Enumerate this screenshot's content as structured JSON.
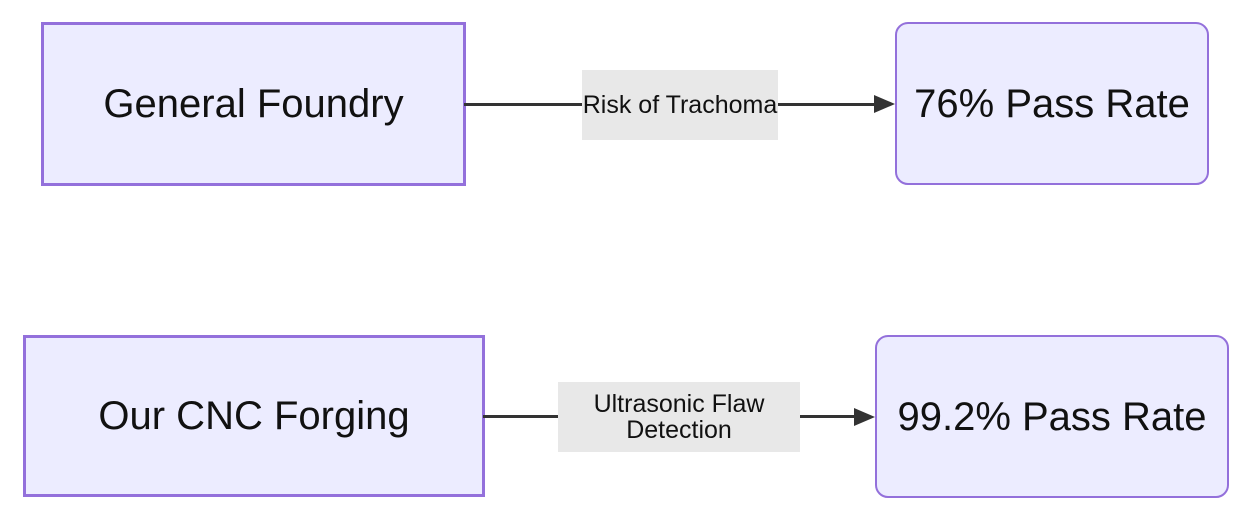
{
  "diagram": {
    "type": "flowchart",
    "direction": "left-to-right",
    "colors": {
      "node_fill": "#ECECFF",
      "node_border": "#9370DB",
      "edge_line": "#333333",
      "edge_label_bg": "#E8E8E8",
      "text": "#111111",
      "background": "#FFFFFF"
    },
    "rows": [
      {
        "source": {
          "label": "General Foundry",
          "shape": "rectangle"
        },
        "edge": {
          "label": "Risk of Trachoma",
          "arrow": "right"
        },
        "target": {
          "label": "76% Pass Rate",
          "shape": "rounded-rectangle"
        }
      },
      {
        "source": {
          "label": "Our CNC Forging",
          "shape": "rectangle"
        },
        "edge": {
          "label": "Ultrasonic Flaw Detection",
          "arrow": "right"
        },
        "target": {
          "label": "99.2% Pass Rate",
          "shape": "rounded-rectangle"
        }
      }
    ]
  }
}
